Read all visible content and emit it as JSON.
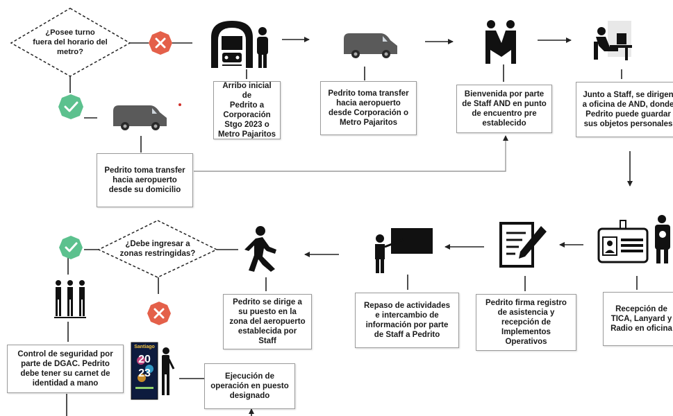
{
  "decisions": {
    "metro": "¿Posee turno\nfuera del horario del\nmetro?",
    "restricted": "¿Debe ingresar a\nzonas restringidas?"
  },
  "steps": {
    "arrival": "Arribo inicial de\nPedrito a\nCorporación\nStgo 2023 o\nMetro Pajaritos",
    "transfer_corp": "Pedrito toma transfer\nhacia aeropuerto\ndesde Corporación o\nMetro Pajaritos",
    "welcome": "Bienvenida por parte\nde Staff AND en punto\nde encuentro pre\nestablecido",
    "office": "Junto a Staff, se dirigen\na oficina de AND, donde\nPedrito puede guardar\nsus objetos personales",
    "transfer_home": "Pedrito toma transfer\nhacia aeropuerto\ndesde su domicilio",
    "reception": "Recepción de\nTICA, Lanyard y\nRadio en oficina",
    "signs": "Pedrito firma registro\nde asistencia y\nrecepción de\nImplementos\nOperativos",
    "review": "Repaso de actividades\ne intercambio de\ninformación por parte\nde Staff a Pedrito",
    "goes_post": "Pedrito se dirige a\nsu puesto en la\nzona del aeropuerto\nestablecida por\nStaff",
    "security": "Control de seguridad  por\nparte de DGAC. Pedrito\ndebe tener su carnet de\nidentidad a mano",
    "execution": "Ejecución de\noperación en puesto\ndesignado"
  },
  "poster": {
    "line1": "Santiago",
    "line2": "20",
    "line3": "23"
  },
  "icons": [
    "no-icon",
    "yes-icon",
    "metro-train-icon",
    "person-icon",
    "van-icon",
    "handshake-icon",
    "office-desk-icon",
    "id-badge-icon",
    "document-sign-icon",
    "presentation-icon",
    "walking-person-icon",
    "security-line-icon"
  ],
  "colors": {
    "yes": "#5cc18e",
    "no": "#e4604a",
    "line": "#222222",
    "box_border": "#9a9a9a"
  }
}
